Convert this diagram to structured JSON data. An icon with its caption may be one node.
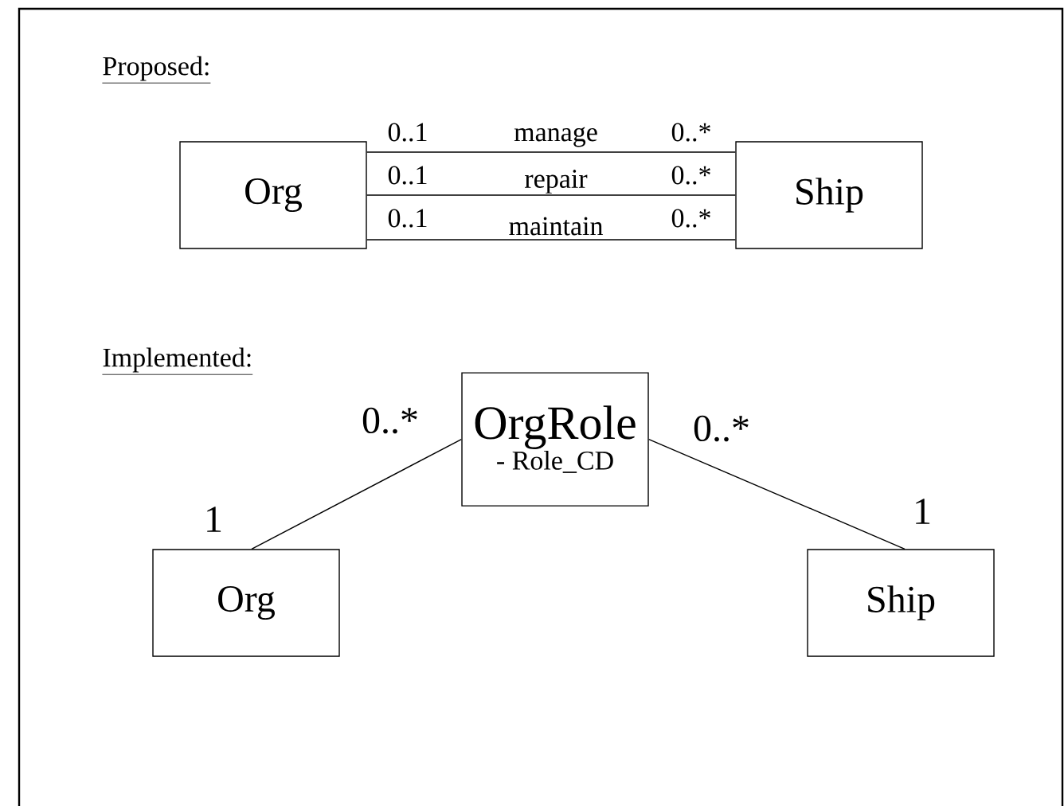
{
  "diagram": {
    "nodes": [
      {
        "text": [
          "Org"
        ]
      },
      {
        "text": [
          "Ship"
        ]
      },
      {
        "text": [
          "OrgRole",
          "- Role_CD"
        ]
      },
      {
        "text": [
          "Org"
        ]
      },
      {
        "text": [
          "Ship"
        ]
      }
    ],
    "edges": [
      {
        "from": 0,
        "to": 1,
        "arrow": "none",
        "label": "manage"
      },
      {
        "from": 0,
        "to": 1,
        "arrow": "none",
        "label": "repair"
      },
      {
        "from": 0,
        "to": 1,
        "arrow": "none",
        "label": "maintain"
      },
      {
        "from": 2,
        "to": 3,
        "arrow": "none"
      },
      {
        "from": 2,
        "to": 4,
        "arrow": "none"
      }
    ],
    "labels": [
      "Proposed:",
      "0..1",
      "0..*",
      "0..1",
      "0..*",
      "0..1",
      "0..*",
      "Implemented:",
      "0..*",
      "0..*",
      "1",
      "1"
    ]
  }
}
